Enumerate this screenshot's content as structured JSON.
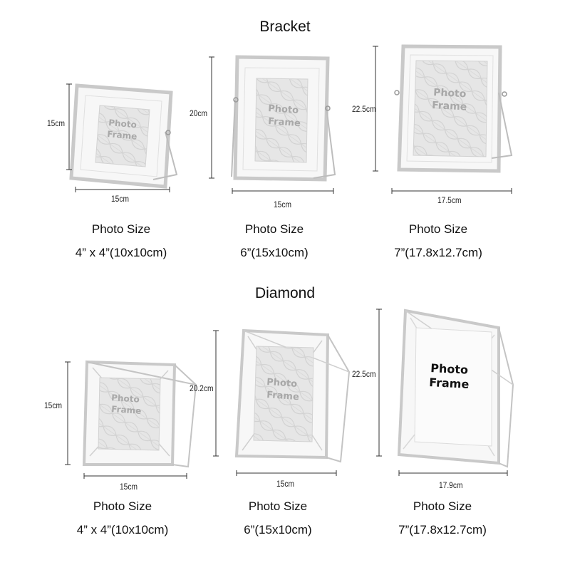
{
  "sections": {
    "bracket": {
      "title": "Bracket",
      "items": [
        {
          "height": "15cm",
          "width": "15cm",
          "photo_label": "Photo Size",
          "photo_size": "4” x 4”(10x10cm)",
          "frame_line1": "Photo",
          "frame_line2": "Frame"
        },
        {
          "height": "20cm",
          "width": "15cm",
          "photo_label": "Photo Size",
          "photo_size": "6”(15x10cm)",
          "frame_line1": "Photo",
          "frame_line2": "Frame"
        },
        {
          "height": "22.5cm",
          "width": "17.5cm",
          "photo_label": "Photo Size",
          "photo_size": "7”(17.8x12.7cm)",
          "frame_line1": "Photo",
          "frame_line2": "Frame"
        }
      ]
    },
    "diamond": {
      "title": "Diamond",
      "items": [
        {
          "height": "15cm",
          "width": "15cm",
          "photo_label": "Photo Size",
          "photo_size": "4” x 4”(10x10cm)",
          "frame_line1": "Photo",
          "frame_line2": "Frame"
        },
        {
          "height": "20.2cm",
          "width": "15cm",
          "photo_label": "Photo Size",
          "photo_size": "6”(15x10cm)",
          "frame_line1": "Photo",
          "frame_line2": "Frame"
        },
        {
          "height": "22.5cm",
          "width": "17.9cm",
          "photo_label": "Photo Size",
          "photo_size": "7”(17.8x12.7cm)",
          "frame_line1": "Photo",
          "frame_line2": "Frame"
        }
      ]
    }
  },
  "colors": {
    "frame": "#c9c9c9",
    "frame_dark": "#a9a9a9",
    "dimension_line": "#333333",
    "photo_bg": "#e4e4e4"
  }
}
